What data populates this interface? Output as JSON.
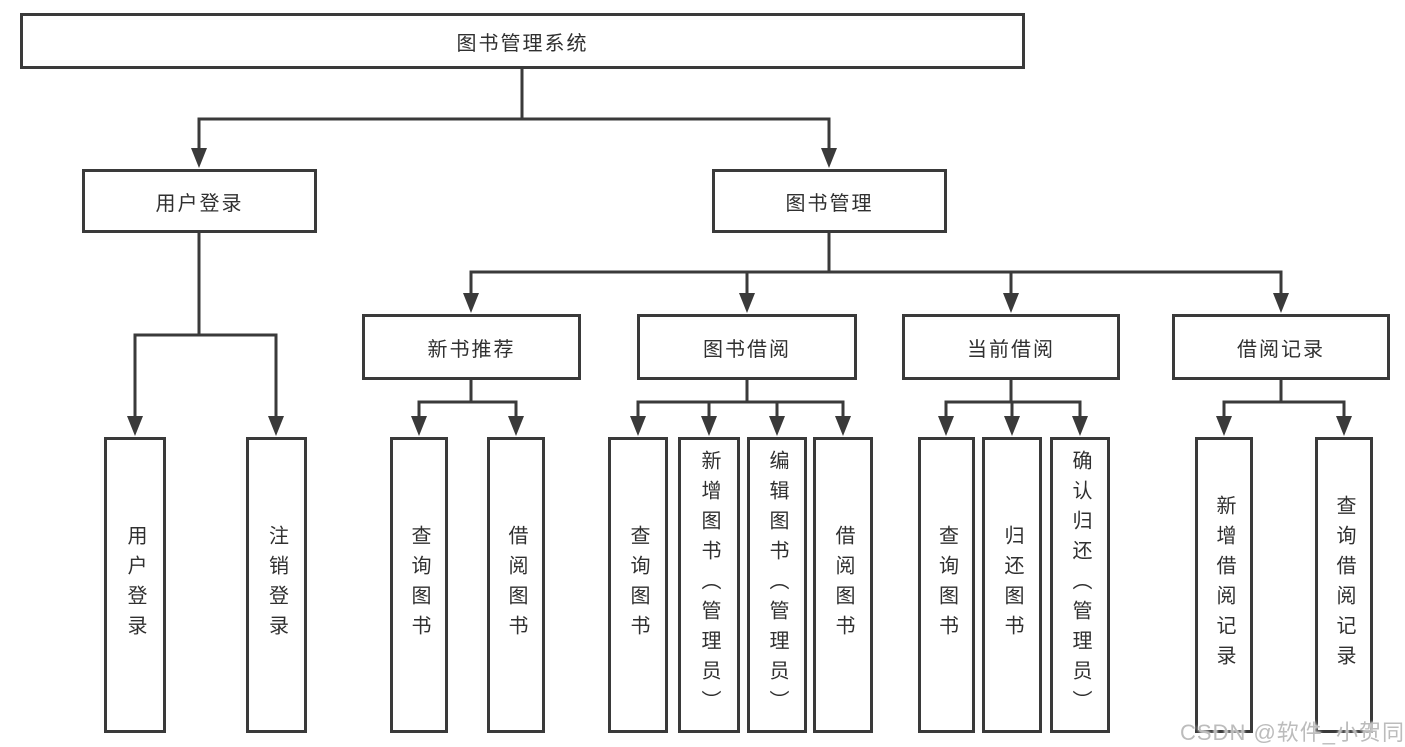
{
  "diagram": {
    "root": {
      "label": "图书管理系统"
    },
    "modules": [
      {
        "label": "用户登录",
        "functions": [
          "用户登录",
          "注销登录"
        ]
      },
      {
        "label": "图书管理",
        "submodules": [
          {
            "label": "新书推荐",
            "functions": [
              "查询图书",
              "借阅图书"
            ]
          },
          {
            "label": "图书借阅",
            "functions": [
              "查询图书",
              "新增图书（管理员）",
              "编辑图书（管理员）",
              "借阅图书"
            ]
          },
          {
            "label": "当前借阅",
            "functions": [
              "查询图书",
              "归还图书",
              "确认归还（管理员）"
            ]
          },
          {
            "label": "借阅记录",
            "functions": [
              "新增借阅记录",
              "查询借阅记录"
            ]
          }
        ]
      }
    ]
  },
  "watermark": {
    "text": "CSDN @软件_小贺同学"
  },
  "colors": {
    "line": "#3a3a3a",
    "text": "#303030",
    "watermark": "#bcbcbc",
    "background": "#ffffff"
  }
}
